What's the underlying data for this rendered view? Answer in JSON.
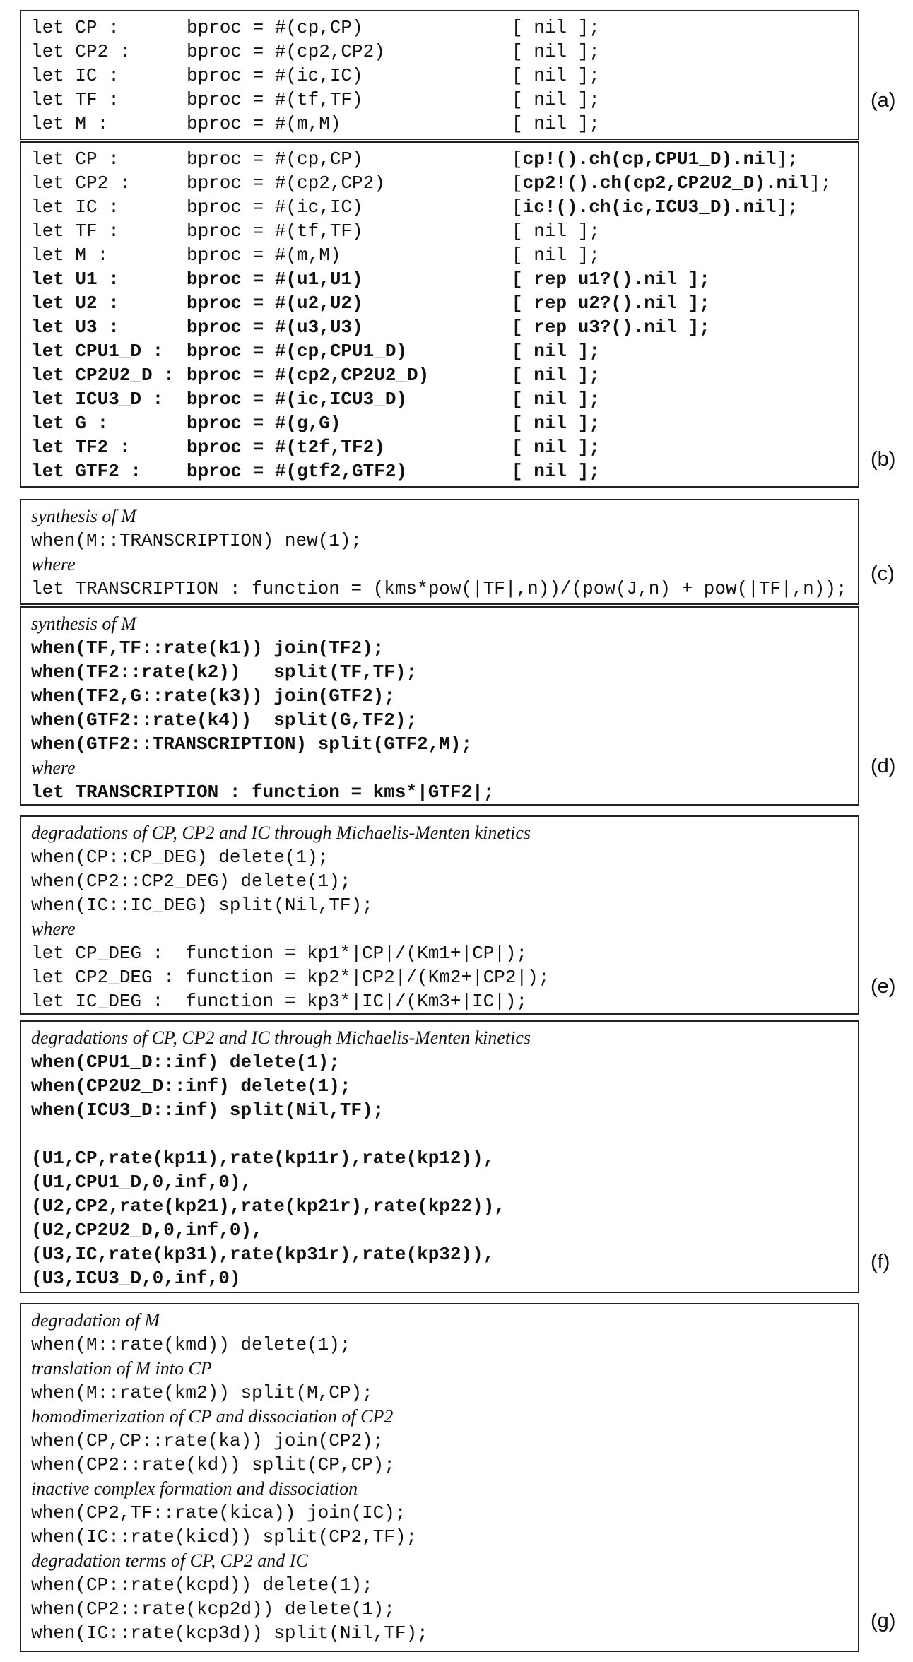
{
  "panels": {
    "a": {
      "tag": "(a)",
      "rows": [
        {
          "c1": "let CP :",
          "c2": "bproc = #(cp,CP)",
          "c3": "[ nil ];",
          "bold": false
        },
        {
          "c1": "let CP2 :",
          "c2": "bproc = #(cp2,CP2)",
          "c3": "[ nil ];",
          "bold": false
        },
        {
          "c1": "let IC :",
          "c2": "bproc = #(ic,IC)",
          "c3": "[ nil ];",
          "bold": false
        },
        {
          "c1": "let TF :",
          "c2": "bproc = #(tf,TF)",
          "c3": "[ nil ];",
          "bold": false
        },
        {
          "c1": "let M :",
          "c2": "bproc = #(m,M)",
          "c3": "[ nil ];",
          "bold": false
        }
      ]
    },
    "b": {
      "tag": "(b)",
      "rows": [
        {
          "c1": "let CP :",
          "c2": "bproc = #(cp,CP)",
          "c3a": "[",
          "c3b": "cp!().ch(cp,CPU1_D).nil",
          "c3c": "];",
          "bold": false
        },
        {
          "c1": "let CP2 :",
          "c2": "bproc = #(cp2,CP2)",
          "c3a": "[",
          "c3b": "cp2!().ch(cp2,CP2U2_D).nil",
          "c3c": "];",
          "bold": false
        },
        {
          "c1": "let IC :",
          "c2": "bproc = #(ic,IC)",
          "c3a": "[",
          "c3b": "ic!().ch(ic,ICU3_D).nil",
          "c3c": "];",
          "bold": false
        },
        {
          "c1": "let TF :",
          "c2": "bproc = #(tf,TF)",
          "c3": "[ nil ];",
          "bold": false
        },
        {
          "c1": "let M :",
          "c2": "bproc = #(m,M)",
          "c3": "[ nil ];",
          "bold": false
        },
        {
          "c1": "let U1 :",
          "c2": "bproc = #(u1,U1)",
          "c3": "[ rep u1?().nil ];",
          "bold": true
        },
        {
          "c1": "let U2 :",
          "c2": "bproc = #(u2,U2)",
          "c3": "[ rep u2?().nil ];",
          "bold": true
        },
        {
          "c1": "let U3 :",
          "c2": "bproc = #(u3,U3)",
          "c3": "[ rep u3?().nil ];",
          "bold": true
        },
        {
          "c1": "let CPU1_D :",
          "c2": "bproc = #(cp,CPU1_D)",
          "c3": "[ nil ];",
          "bold": true
        },
        {
          "c1": "let CP2U2_D :",
          "c2": "bproc = #(cp2,CP2U2_D)",
          "c3": "[ nil ];",
          "bold": true
        },
        {
          "c1": "let ICU3_D :",
          "c2": "bproc = #(ic,ICU3_D)",
          "c3": "[ nil ];",
          "bold": true
        },
        {
          "c1": "let G :",
          "c2": "bproc = #(g,G)",
          "c3": "[ nil ];",
          "bold": true
        },
        {
          "c1": "let TF2 :",
          "c2": "bproc = #(t2f,TF2)",
          "c3": "[ nil ];",
          "bold": true
        },
        {
          "c1": "let GTF2 :",
          "c2": "bproc = #(gtf2,GTF2)",
          "c3": "[ nil ];",
          "bold": true
        }
      ]
    },
    "c": {
      "tag": "(c)",
      "lines": [
        {
          "kind": "it",
          "text": "synthesis of M"
        },
        {
          "kind": "code",
          "text": "when(M::TRANSCRIPTION) new(1);"
        },
        {
          "kind": "it",
          "text": "where"
        },
        {
          "kind": "code",
          "text": "let TRANSCRIPTION : function = (kms*pow(|TF|,n))/(pow(J,n) + pow(|TF|,n));"
        }
      ]
    },
    "d": {
      "tag": "(d)",
      "lines": [
        {
          "kind": "it",
          "text": "synthesis of M"
        },
        {
          "kind": "bold",
          "text": "when(TF,TF::rate(k1)) join(TF2);"
        },
        {
          "kind": "bold",
          "text": "when(TF2::rate(k2))   split(TF,TF);"
        },
        {
          "kind": "bold",
          "text": "when(TF2,G::rate(k3)) join(GTF2);"
        },
        {
          "kind": "bold",
          "text": "when(GTF2::rate(k4))  split(G,TF2);"
        },
        {
          "kind": "bold",
          "text": "when(GTF2::TRANSCRIPTION) split(GTF2,M);"
        },
        {
          "kind": "it",
          "text": "where"
        },
        {
          "kind": "bold",
          "text": "let TRANSCRIPTION : function = kms*|GTF2|;"
        }
      ]
    },
    "e": {
      "tag": "(e)",
      "lines": [
        {
          "kind": "it",
          "text": "degradations of CP, CP2 and IC through Michaelis-Menten kinetics"
        },
        {
          "kind": "code",
          "text": "when(CP::CP_DEG) delete(1);"
        },
        {
          "kind": "code",
          "text": "when(CP2::CP2_DEG) delete(1);"
        },
        {
          "kind": "code",
          "text": "when(IC::IC_DEG) split(Nil,TF);"
        },
        {
          "kind": "it",
          "text": "where"
        },
        {
          "kind": "code",
          "text": "let CP_DEG :  function = kp1*|CP|/(Km1+|CP|);"
        },
        {
          "kind": "code",
          "text": "let CP2_DEG : function = kp2*|CP2|/(Km2+|CP2|);"
        },
        {
          "kind": "code",
          "text": "let IC_DEG :  function = kp3*|IC|/(Km3+|IC|);"
        }
      ]
    },
    "f": {
      "tag": "(f)",
      "lines": [
        {
          "kind": "it",
          "text": "degradations of CP, CP2 and IC through Michaelis-Menten kinetics"
        },
        {
          "kind": "bold",
          "text": "when(CPU1_D::inf) delete(1);"
        },
        {
          "kind": "bold",
          "text": "when(CP2U2_D::inf) delete(1);"
        },
        {
          "kind": "bold",
          "text": "when(ICU3_D::inf) split(Nil,TF);"
        },
        {
          "kind": "blank",
          "text": ""
        },
        {
          "kind": "bold",
          "text": "(U1,CP,rate(kp11),rate(kp11r),rate(kp12)),"
        },
        {
          "kind": "bold",
          "text": "(U1,CPU1_D,0,inf,0),"
        },
        {
          "kind": "bold",
          "text": "(U2,CP2,rate(kp21),rate(kp21r),rate(kp22)),"
        },
        {
          "kind": "bold",
          "text": "(U2,CP2U2_D,0,inf,0),"
        },
        {
          "kind": "bold",
          "text": "(U3,IC,rate(kp31),rate(kp31r),rate(kp32)),"
        },
        {
          "kind": "bold",
          "text": "(U3,ICU3_D,0,inf,0)"
        }
      ]
    },
    "g": {
      "tag": "(g)",
      "lines": [
        {
          "kind": "it",
          "text": "degradation of M"
        },
        {
          "kind": "code",
          "text": "when(M::rate(kmd)) delete(1);"
        },
        {
          "kind": "it",
          "text": "translation of M into CP"
        },
        {
          "kind": "code",
          "text": "when(M::rate(km2)) split(M,CP);"
        },
        {
          "kind": "it",
          "text": "homodimerization of CP and dissociation of CP2"
        },
        {
          "kind": "code",
          "text": "when(CP,CP::rate(ka)) join(CP2);"
        },
        {
          "kind": "code",
          "text": "when(CP2::rate(kd)) split(CP,CP);"
        },
        {
          "kind": "it",
          "text": "inactive complex formation and dissociation"
        },
        {
          "kind": "code",
          "text": "when(CP2,TF::rate(kica)) join(IC);"
        },
        {
          "kind": "code",
          "text": "when(IC::rate(kicd)) split(CP2,TF);"
        },
        {
          "kind": "it",
          "text": "degradation terms of CP, CP2 and IC"
        },
        {
          "kind": "code",
          "text": "when(CP::rate(kcpd)) delete(1);"
        },
        {
          "kind": "code",
          "text": "when(CP2::rate(kcp2d)) delete(1);"
        },
        {
          "kind": "code",
          "text": "when(IC::rate(kcp3d)) split(Nil,TF);"
        }
      ]
    }
  }
}
